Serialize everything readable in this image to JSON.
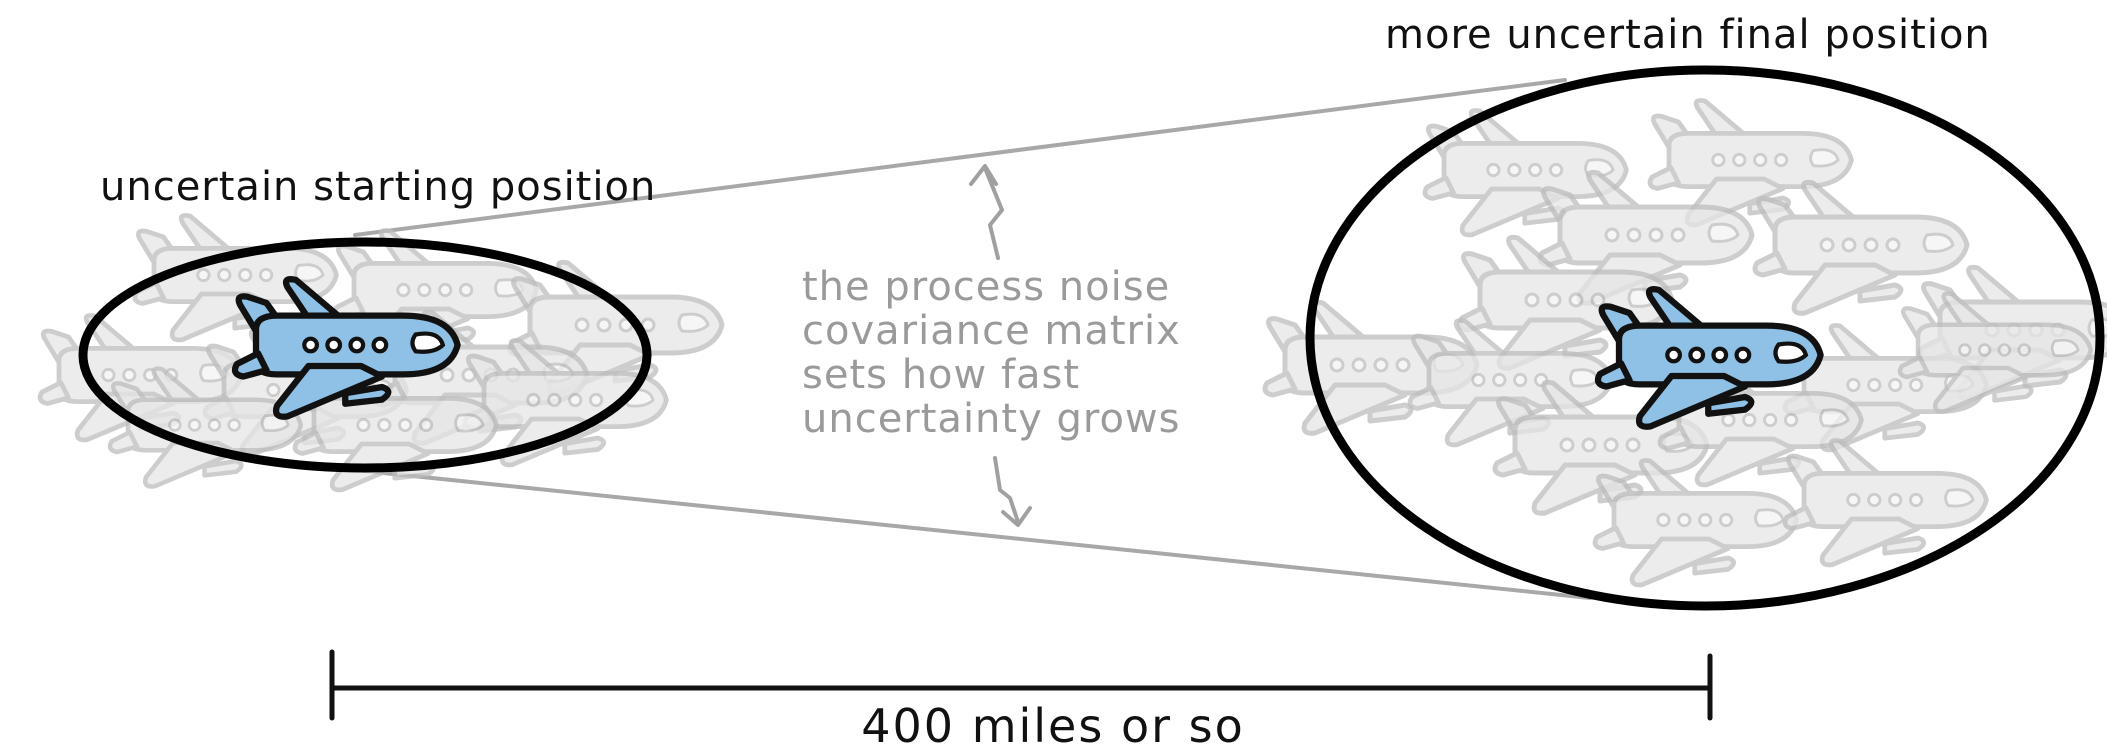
{
  "labels": {
    "start": "uncertain starting position",
    "end": "more uncertain final position",
    "note_lines": [
      "the process noise",
      "covariance matrix",
      "sets how fast",
      "uncertainty grows"
    ],
    "distance": "400 miles or so"
  },
  "colors": {
    "plane_fill": "#8fc1e6",
    "plane_stroke": "#111111",
    "ghost_fill": "#e6e6e6",
    "ghost_stroke": "#bdbdbd",
    "ellipse_stroke": "#000000",
    "cone_line": "#a8a8a8",
    "note_text": "#9a9a9a",
    "text": "#111111"
  },
  "icons": {
    "main_plane": "airplane-icon",
    "ghost_plane": "ghost-airplane-icon",
    "arrow": "squiggle-arrow-icon"
  }
}
